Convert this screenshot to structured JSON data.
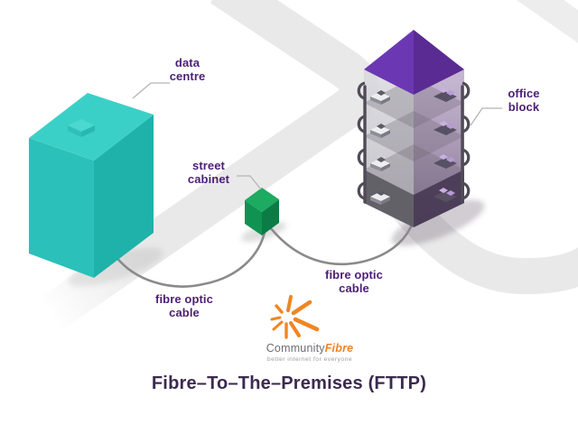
{
  "diagram": {
    "title": "Fibre–To–The–Premises (FTTP)",
    "labels": {
      "data_centre": "data\ncentre",
      "street_cabinet": "street\ncabinet",
      "office_block": "office\nblock",
      "cable_left": "fibre optic\ncable",
      "cable_right": "fibre optic\ncable"
    },
    "logo": {
      "brand_part1": "Community",
      "brand_part2": "Fibre",
      "tagline": "better internet for everyone"
    },
    "colors": {
      "label_purple": "#4d2077",
      "title_purple": "#3b2a4f",
      "data_centre_teal": "#2fc5bd",
      "street_cabinet_green": "#13954f",
      "office_roof_purple": "#6c37b3",
      "logo_orange": "#ef8623",
      "road_grey": "#e9e9e9",
      "cable_grey": "#8a8a8a"
    }
  }
}
